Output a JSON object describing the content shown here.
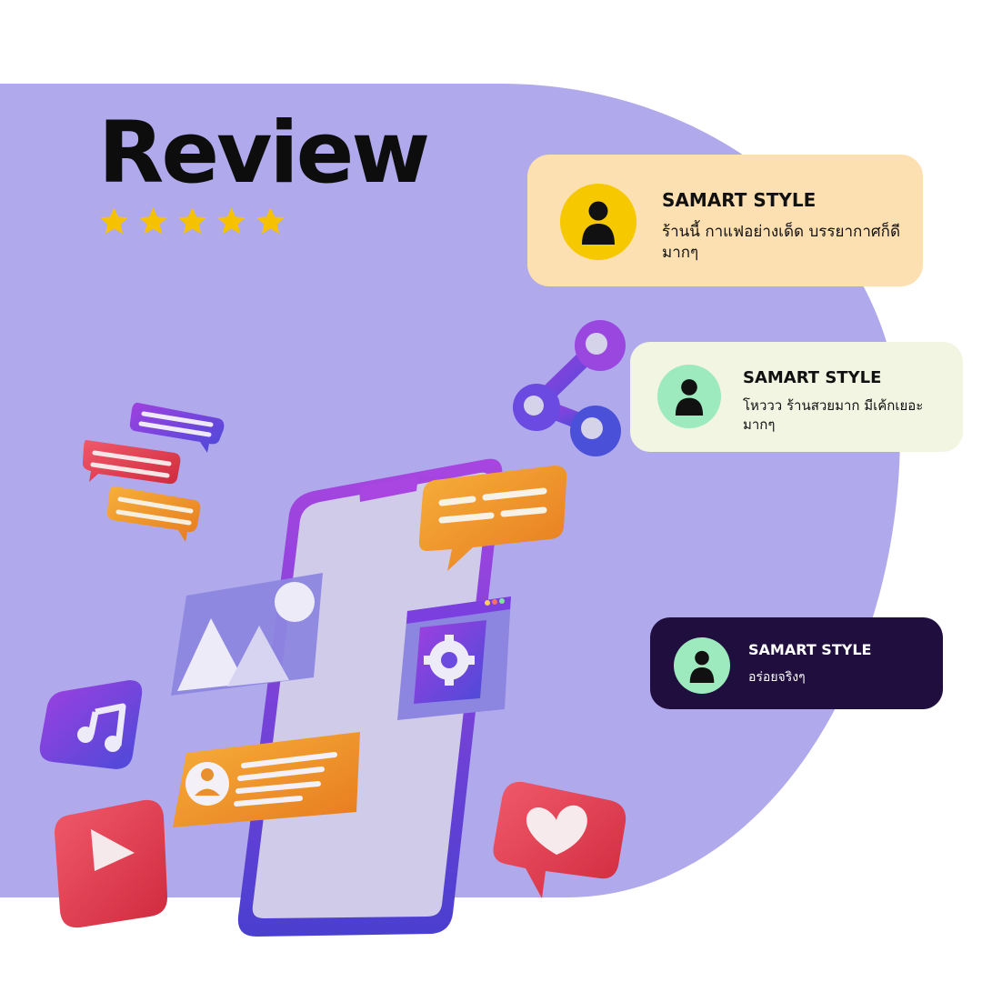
{
  "title": "Review",
  "rating": {
    "stars": 5,
    "max": 5
  },
  "colors": {
    "background_blob": "#b0aaec",
    "star": "#f6c200",
    "card1_bg": "#fde0b1",
    "card2_bg": "#f1f5e2",
    "card3_bg": "#200e3f",
    "avatar_yellow": "#f6c800",
    "avatar_green": "#9ceabd"
  },
  "reviews": [
    {
      "name": "SAMART STYLE",
      "text": "ร้านนี้ กาแฟอย่างเด็ด บรรยากาศก็ดีมากๆ"
    },
    {
      "name": "SAMART STYLE",
      "text": "โหววว ร้านสวยมาก มีเค้กเยอะมากๆ"
    },
    {
      "name": "SAMART STYLE",
      "text": "อร่อยจริงๆ"
    }
  ],
  "icons": [
    "star-icon",
    "user-icon",
    "share-icon",
    "chat-bubble-icon",
    "image-icon",
    "gear-icon",
    "music-note-icon",
    "play-icon",
    "heart-icon",
    "smartphone-illustration"
  ]
}
